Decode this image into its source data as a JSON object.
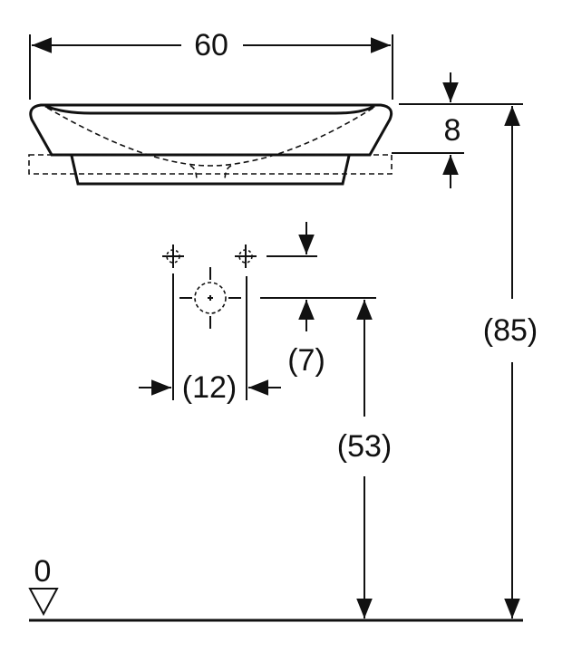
{
  "drawing": {
    "width_label": "60",
    "rim_height_label": "8",
    "total_height_label": "(85)",
    "hole_spacing_label": "(12)",
    "hole_offset_label": "(7)",
    "drain_height_label": "(53)",
    "floor_level_label": "0"
  }
}
